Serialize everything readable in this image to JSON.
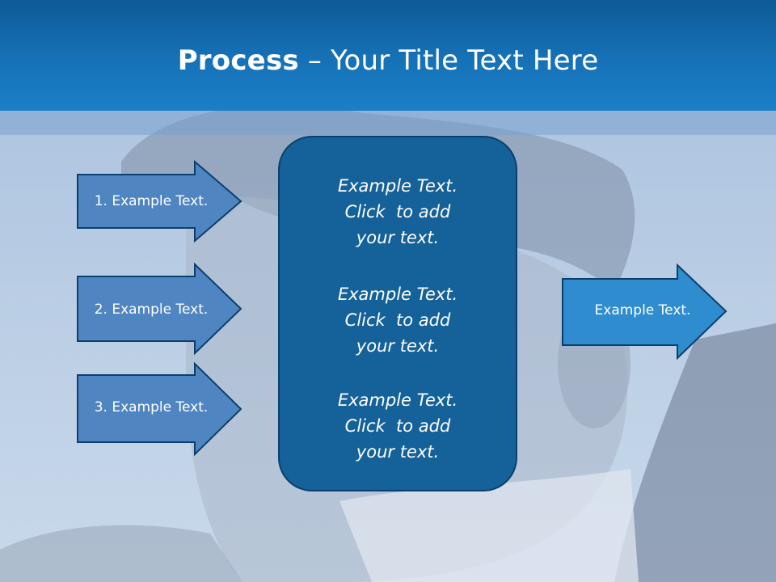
{
  "slide": {
    "title_bold": "Process",
    "title_rest": " – Your Title Text Here"
  },
  "left_arrows": [
    {
      "label": "1. Example Text."
    },
    {
      "label": "2. Example Text."
    },
    {
      "label": "3. Example Text."
    }
  ],
  "center_blocks": [
    {
      "text": "Example Text.\nClick  to add\nyour text."
    },
    {
      "text": "Example Text.\nClick  to add\nyour text."
    },
    {
      "text": "Example Text.\nClick  to add\nyour text."
    }
  ],
  "right_arrow": {
    "label": "Example Text."
  },
  "colors": {
    "header": "#1672b8",
    "left_arrow_fill": "#4f86c2",
    "right_arrow_fill": "#2e8ccf",
    "center_box_fill": "#15619a",
    "outline": "#0b3f6d"
  }
}
